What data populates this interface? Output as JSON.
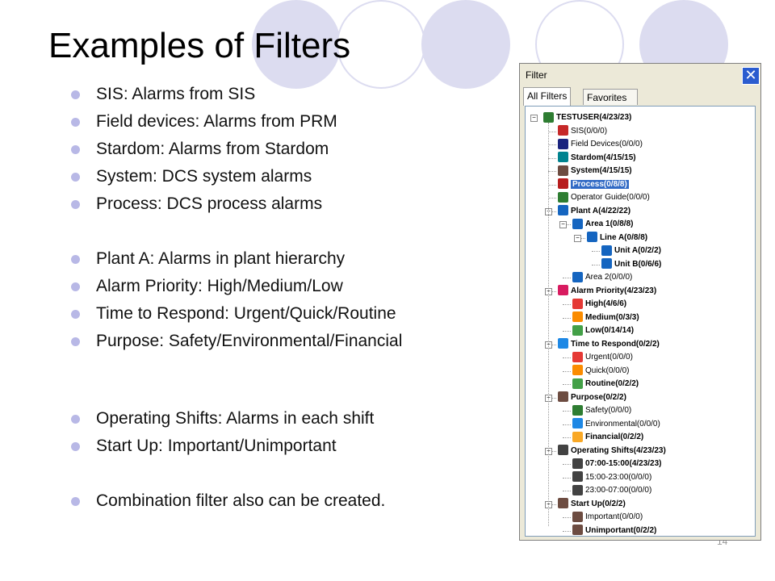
{
  "title": "Examples of Filters",
  "bullets": [
    "SIS: Alarms from SIS",
    "Field devices: Alarms from PRM",
    "Stardom: Alarms from Stardom",
    "System: DCS system alarms",
    "Process: DCS process alarms",
    "Plant A: Alarms in plant hierarchy",
    "Alarm Priority: High/Medium/Low",
    "Time to Respond: Urgent/Quick/Routine",
    "Purpose: Safety/Environmental/Financial",
    "Operating Shifts: Alarms in each shift",
    "Start Up: Important/Unimportant",
    "Combination filter also can be created."
  ],
  "page_number": "14",
  "window": {
    "title": "Filter",
    "close_glyph": "✕",
    "tabs": [
      "All Filters",
      "Favorites"
    ],
    "tree": [
      {
        "label": "TESTUSER(4/23/23)",
        "bold": true,
        "icon": "user-icon",
        "color": "#2e7d32"
      },
      {
        "label": "SIS(0/0/0)",
        "bold": false,
        "icon": "sis-icon",
        "color": "#c62828"
      },
      {
        "label": "Field Devices(0/0/0)",
        "bold": false,
        "icon": "prm-icon",
        "color": "#1a237e"
      },
      {
        "label": "Stardom(4/15/15)",
        "bold": true,
        "icon": "stardom-icon",
        "color": "#00838f"
      },
      {
        "label": "System(4/15/15)",
        "bold": true,
        "icon": "system-icon",
        "color": "#6d4c41"
      },
      {
        "label": "Process(0/8/8)",
        "bold": true,
        "selected": true,
        "icon": "process-icon",
        "color": "#b71c1c"
      },
      {
        "label": "Operator Guide(0/0/0)",
        "bold": false,
        "icon": "guide-icon",
        "color": "#2e7d32"
      },
      {
        "label": "Plant A(4/22/22)",
        "bold": true,
        "icon": "plant-icon",
        "color": "#1565c0"
      },
      {
        "label": "Area 1(0/8/8)",
        "bold": true,
        "icon": "area-icon",
        "color": "#1565c0"
      },
      {
        "label": "Line A(0/8/8)",
        "bold": true,
        "icon": "line-icon",
        "color": "#1565c0"
      },
      {
        "label": "Unit A(0/2/2)",
        "bold": true,
        "icon": "unit-icon",
        "color": "#1565c0"
      },
      {
        "label": "Unit B(0/6/6)",
        "bold": true,
        "icon": "unit-icon",
        "color": "#1565c0"
      },
      {
        "label": "Area 2(0/0/0)",
        "bold": false,
        "icon": "area-icon",
        "color": "#1565c0"
      },
      {
        "label": "Alarm Priority(4/23/23)",
        "bold": true,
        "icon": "priority-icon",
        "color": "#d81b60"
      },
      {
        "label": "High(4/6/6)",
        "bold": true,
        "icon": "high-icon",
        "color": "#e53935"
      },
      {
        "label": "Medium(0/3/3)",
        "bold": true,
        "icon": "medium-icon",
        "color": "#fb8c00"
      },
      {
        "label": "Low(0/14/14)",
        "bold": true,
        "icon": "low-icon",
        "color": "#43a047"
      },
      {
        "label": "Time to Respond(0/2/2)",
        "bold": true,
        "icon": "respond-icon",
        "color": "#1e88e5"
      },
      {
        "label": "Urgent(0/0/0)",
        "bold": false,
        "icon": "urgent-icon",
        "color": "#e53935"
      },
      {
        "label": "Quick(0/0/0)",
        "bold": false,
        "icon": "quick-icon",
        "color": "#fb8c00"
      },
      {
        "label": "Routine(0/2/2)",
        "bold": true,
        "icon": "routine-icon",
        "color": "#43a047"
      },
      {
        "label": "Purpose(0/2/2)",
        "bold": true,
        "icon": "purpose-icon",
        "color": "#6d4c41"
      },
      {
        "label": "Safety(0/0/0)",
        "bold": false,
        "icon": "safety-icon",
        "color": "#2e7d32"
      },
      {
        "label": "Environmental(0/0/0)",
        "bold": false,
        "icon": "environmental-icon",
        "color": "#1e88e5"
      },
      {
        "label": "Financial(0/2/2)",
        "bold": true,
        "icon": "financial-icon",
        "color": "#f9a825"
      },
      {
        "label": "Operating Shifts(4/23/23)",
        "bold": true,
        "icon": "clock-icon",
        "color": "#424242"
      },
      {
        "label": "07:00-15:00(4/23/23)",
        "bold": true,
        "icon": "clock-icon",
        "color": "#424242"
      },
      {
        "label": "15:00-23:00(0/0/0)",
        "bold": false,
        "icon": "clock-icon",
        "color": "#424242"
      },
      {
        "label": "23:00-07:00(0/0/0)",
        "bold": false,
        "icon": "clock-icon",
        "color": "#424242"
      },
      {
        "label": "Start Up(0/2/2)",
        "bold": true,
        "icon": "startup-icon",
        "color": "#6d4c41"
      },
      {
        "label": "Important(0/0/0)",
        "bold": false,
        "icon": "important-icon",
        "color": "#6d4c41"
      },
      {
        "label": "Unimportant(0/2/2)",
        "bold": true,
        "icon": "unimportant-icon",
        "color": "#6d4c41"
      }
    ]
  },
  "colors": {
    "bullet": "#b8b8e6",
    "circle": "#d9d9ef"
  }
}
